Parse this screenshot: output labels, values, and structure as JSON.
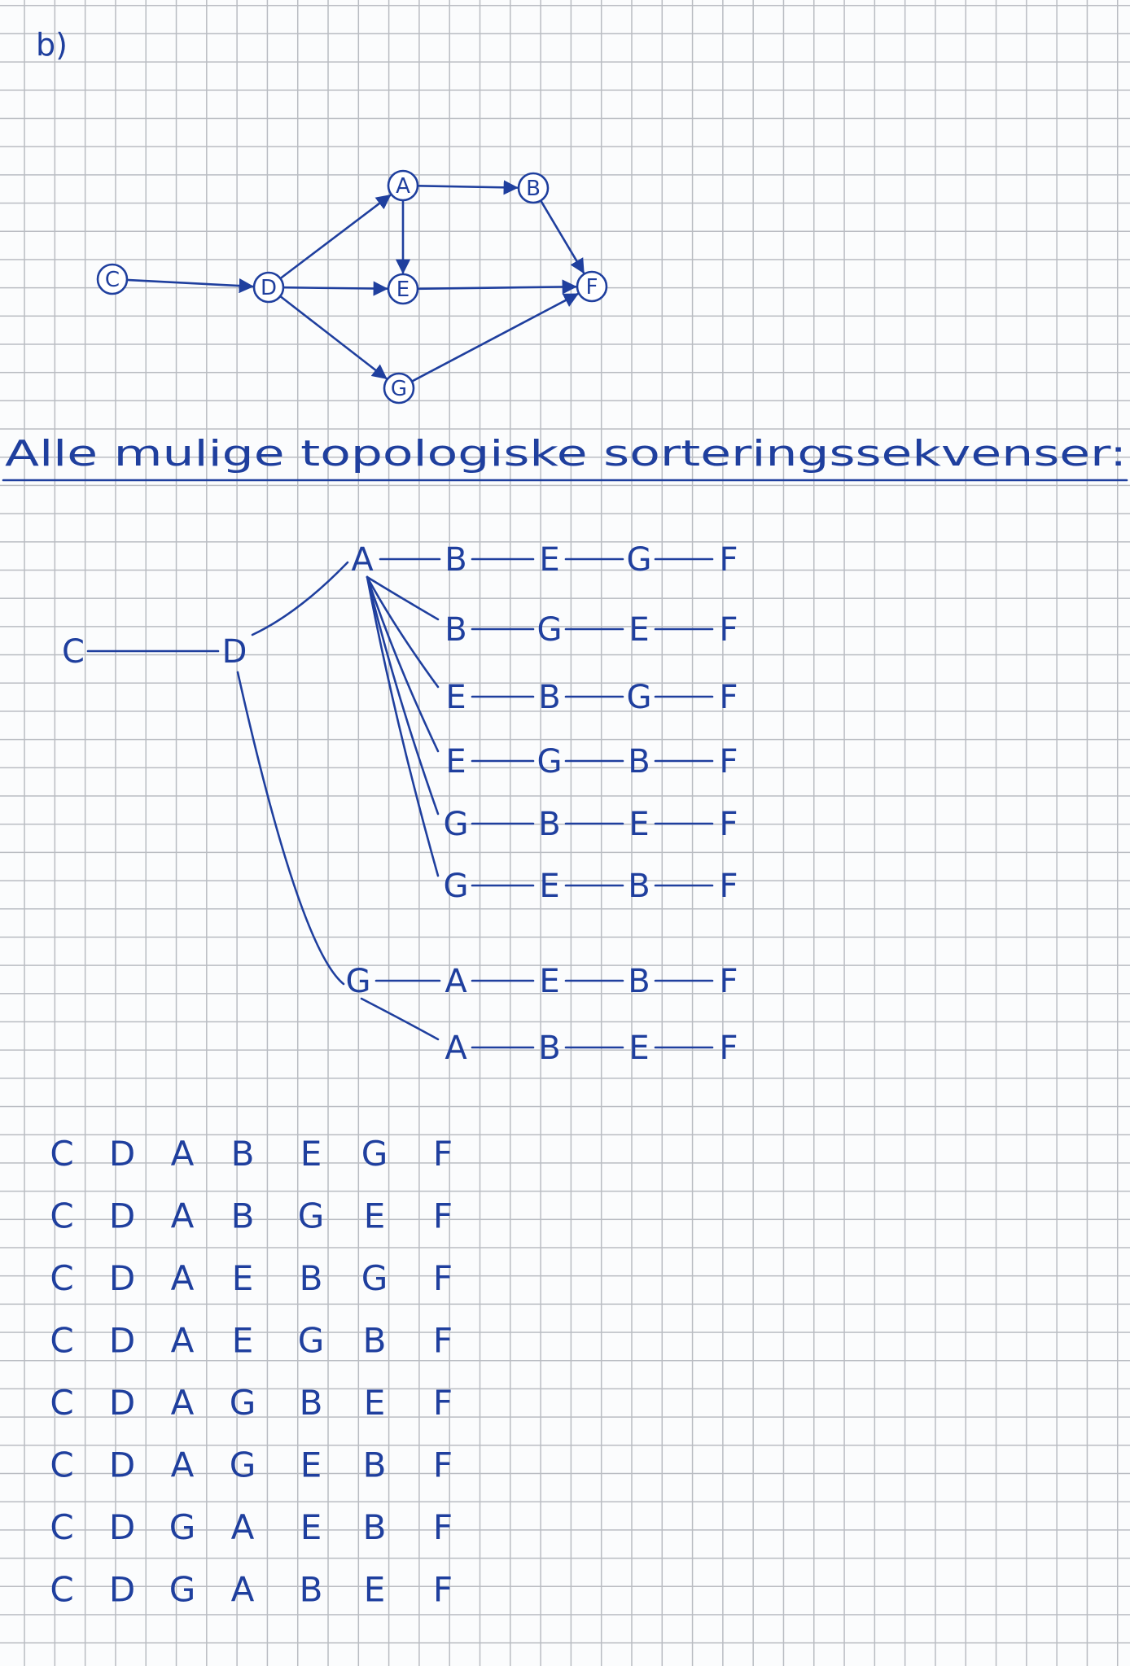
{
  "part_label": "b)",
  "graph": {
    "nodes": [
      {
        "id": "A",
        "label": "A"
      },
      {
        "id": "B",
        "label": "B"
      },
      {
        "id": "C",
        "label": "C"
      },
      {
        "id": "D",
        "label": "D"
      },
      {
        "id": "E",
        "label": "E"
      },
      {
        "id": "F",
        "label": "F"
      },
      {
        "id": "G",
        "label": "G"
      }
    ],
    "edges": [
      {
        "from": "C",
        "to": "D"
      },
      {
        "from": "D",
        "to": "A"
      },
      {
        "from": "D",
        "to": "E"
      },
      {
        "from": "D",
        "to": "G"
      },
      {
        "from": "A",
        "to": "B"
      },
      {
        "from": "A",
        "to": "E"
      },
      {
        "from": "B",
        "to": "F"
      },
      {
        "from": "E",
        "to": "F"
      },
      {
        "from": "G",
        "to": "F"
      }
    ]
  },
  "heading": "Alle mulige topologiske sorteringssekvenser:",
  "tree": {
    "root": "C",
    "second": "D",
    "branches": [
      {
        "first": "A",
        "paths": [
          [
            "B",
            "E",
            "G",
            "F"
          ],
          [
            "B",
            "G",
            "E",
            "F"
          ],
          [
            "E",
            "B",
            "G",
            "F"
          ],
          [
            "E",
            "G",
            "B",
            "F"
          ],
          [
            "G",
            "B",
            "E",
            "F"
          ],
          [
            "G",
            "E",
            "B",
            "F"
          ]
        ]
      },
      {
        "first": "G",
        "paths": [
          [
            "A",
            "E",
            "B",
            "F"
          ],
          [
            "A",
            "B",
            "E",
            "F"
          ]
        ]
      }
    ]
  },
  "sequences": [
    [
      "C",
      "D",
      "A",
      "B",
      "E",
      "G",
      "F"
    ],
    [
      "C",
      "D",
      "A",
      "B",
      "G",
      "E",
      "F"
    ],
    [
      "C",
      "D",
      "A",
      "E",
      "B",
      "G",
      "F"
    ],
    [
      "C",
      "D",
      "A",
      "E",
      "G",
      "B",
      "F"
    ],
    [
      "C",
      "D",
      "A",
      "G",
      "B",
      "E",
      "F"
    ],
    [
      "C",
      "D",
      "A",
      "G",
      "E",
      "B",
      "F"
    ],
    [
      "C",
      "D",
      "G",
      "A",
      "E",
      "B",
      "F"
    ],
    [
      "C",
      "D",
      "G",
      "A",
      "B",
      "E",
      "F"
    ]
  ]
}
